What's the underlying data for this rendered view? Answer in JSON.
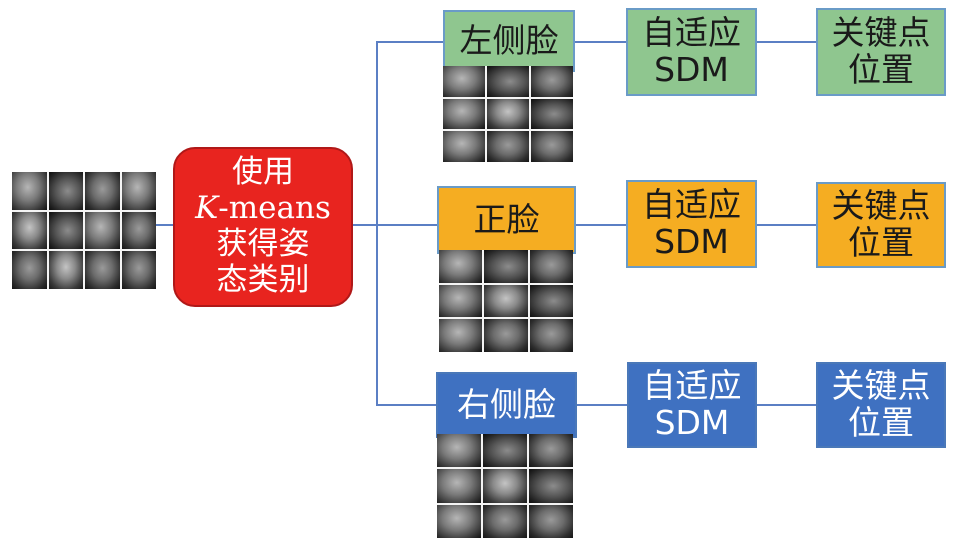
{
  "classifier": {
    "line1": "使用",
    "k_italic": "K",
    "means": "-means",
    "line3": "获得姿",
    "line4": "态类别"
  },
  "branches": [
    {
      "pose": "左侧脸",
      "sdm": {
        "line1": "自适应",
        "line2": "SDM"
      },
      "output": {
        "line1": "关键点",
        "line2": "位置"
      },
      "color": "#8fc68f"
    },
    {
      "pose": "正脸",
      "sdm": {
        "line1": "自适应",
        "line2": "SDM"
      },
      "output": {
        "line1": "关键点",
        "line2": "位置"
      },
      "color": "#f5ad22"
    },
    {
      "pose": "右侧脸",
      "sdm": {
        "line1": "自适应",
        "line2": "SDM"
      },
      "output": {
        "line1": "关键点",
        "line2": "位置"
      },
      "color": "#3f71c1"
    }
  ],
  "classifier_color": "#e8241f",
  "line_color": "#5b7fc4"
}
